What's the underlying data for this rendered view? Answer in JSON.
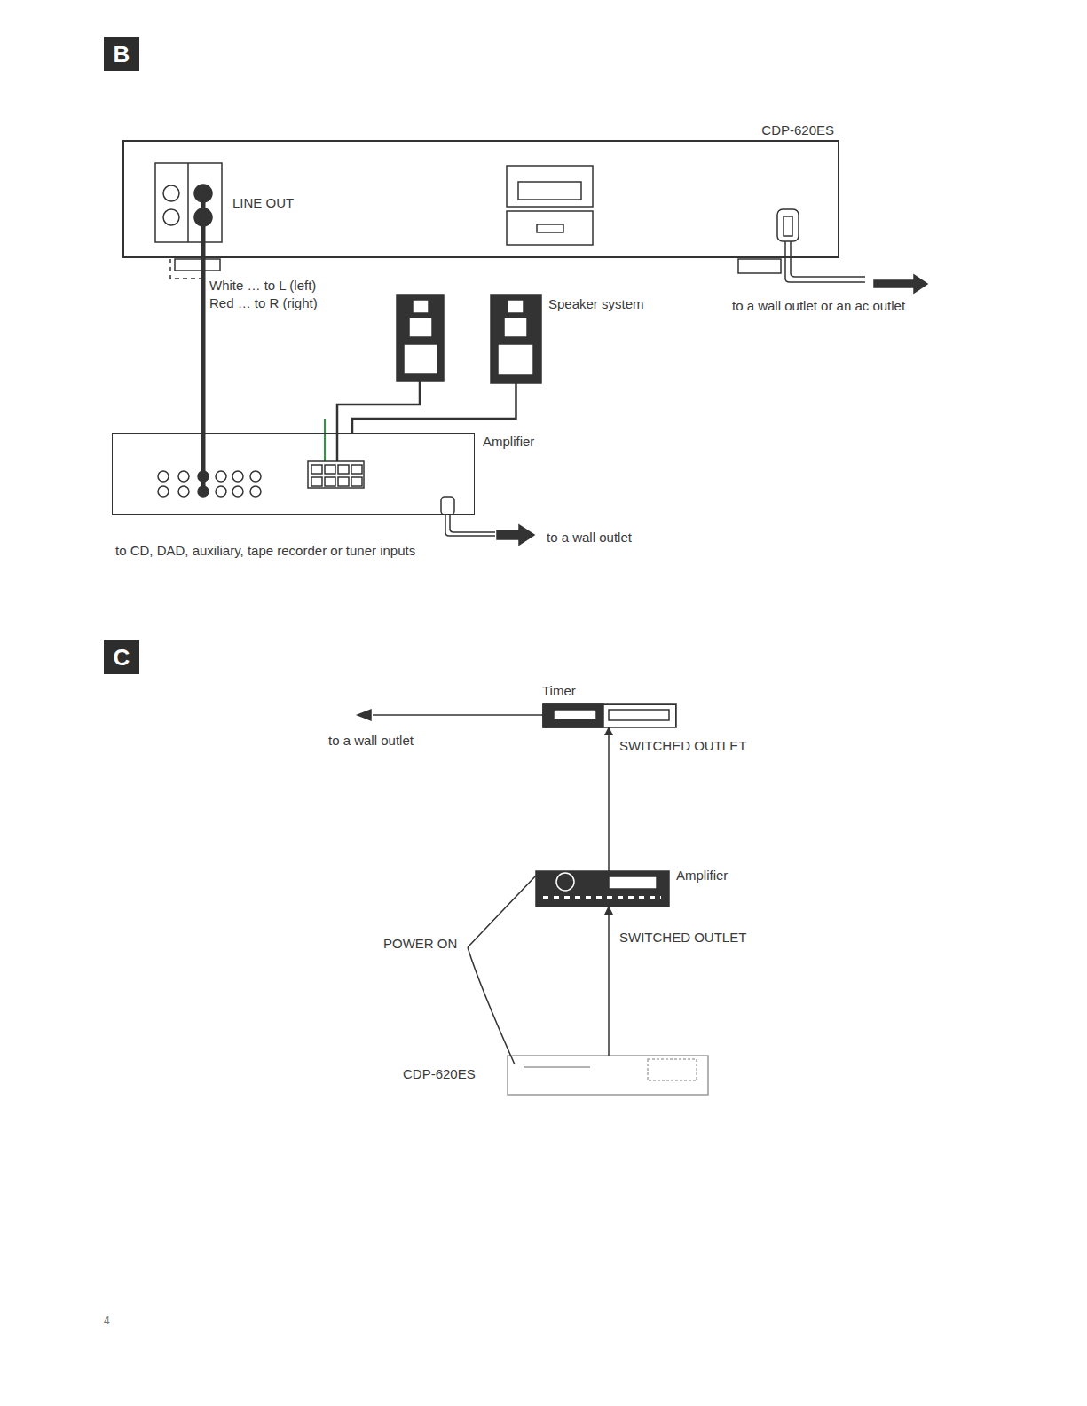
{
  "diagram": {
    "nodes": [
      {
        "text": [
          "B"
        ]
      },
      {
        "text": [
          "CDP-620ES",
          "LINE OUT"
        ]
      },
      {
        "text": [
          "Speaker system"
        ]
      },
      {
        "text": [
          "Amplifier"
        ]
      },
      {
        "text": [
          "C"
        ]
      },
      {
        "text": [
          "Timer"
        ]
      },
      {
        "text": [
          "Amplifier"
        ]
      },
      {
        "text": [
          "CDP-620ES"
        ]
      }
    ],
    "edges": [
      {
        "from": 1,
        "to": 3,
        "arrow": "none"
      },
      {
        "from": 2,
        "to": 3,
        "arrow": "none"
      },
      {
        "from": 6,
        "to": 5,
        "label": "SWITCHED OUTLET",
        "arrow": "to"
      },
      {
        "from": 7,
        "to": 6,
        "label": "SWITCHED OUTLET",
        "arrow": "to"
      }
    ],
    "labels": [
      "White … to L (left)",
      "Red … to R (right)",
      "to a wall outlet or an ac outlet",
      "to CD, DAD, auxiliary, tape recorder or tuner inputs",
      "to a wall outlet",
      "to a wall outlet",
      "POWER ON",
      "4"
    ]
  }
}
